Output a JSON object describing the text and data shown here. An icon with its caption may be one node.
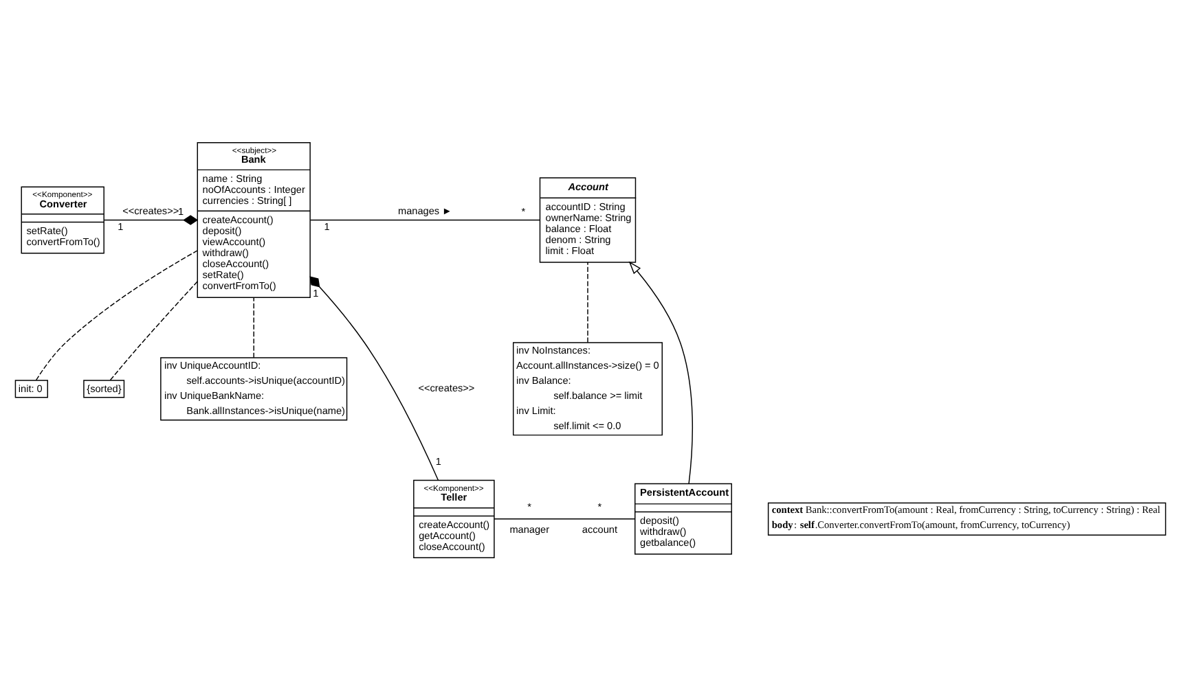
{
  "diagram": {
    "nodes": [
      {
        "text": [
          "<<Komponent>>",
          "Converter",
          "setRate()",
          "convertFromTo()"
        ]
      },
      {
        "text": [
          "<<subject>>",
          "Bank",
          "name : String",
          "noOfAccounts : Integer",
          "currencies : String[ ]",
          "createAccount()",
          "deposit()",
          "viewAccount()",
          "withdraw()",
          "closeAccount()",
          "setRate()",
          "convertFromTo()"
        ]
      },
      {
        "text": [
          "init: 0"
        ]
      },
      {
        "text": [
          "{sorted}"
        ]
      },
      {
        "text": [
          "Account",
          "accountID : String",
          "ownerName: String",
          "balance : Float",
          "denom : String",
          "limit : Float"
        ]
      },
      {
        "text": [
          "inv NoInstances:",
          "Account.allInstances->size() = 0",
          "inv Balance:",
          "self.balance >= limit",
          "inv Limit:",
          "self.limit <= 0.0"
        ]
      },
      {
        "text": [
          "inv UniqueAccountID:",
          "self.accounts->isUnique(accountID)",
          "inv UniqueBankName:",
          "Bank.allInstances->isUnique(name)"
        ]
      },
      {
        "text": [
          "<<Komponent>>",
          "Teller",
          "createAccount()",
          "getAccount()",
          "closeAccount()"
        ]
      },
      {
        "text": [
          "PersistentAccount",
          "deposit()",
          "withdraw()",
          "getbalance()"
        ]
      },
      {
        "text": [
          "**context** Bank::convertFromTo(amount : Real, fromCurrency : String, toCurrency : String) : Real",
          "**body**: **self**.Converter.convertFromTo(amount, fromCurrency, toCurrency)"
        ]
      }
    ],
    "edges": [
      {
        "from": 0,
        "to": 1,
        "arrow": "other",
        "label": "<<creates>>"
      },
      {
        "from": 1,
        "to": 4,
        "arrow": "none",
        "label": "manages ►"
      },
      {
        "from": 2,
        "to": 1,
        "arrow": "none",
        "style": "dashed"
      },
      {
        "from": 3,
        "to": 1,
        "arrow": "none",
        "style": "dashed"
      },
      {
        "from": 5,
        "to": 4,
        "arrow": "none",
        "style": "dashed"
      },
      {
        "from": 6,
        "to": 1,
        "arrow": "none",
        "style": "dashed"
      },
      {
        "from": 8,
        "to": 4,
        "arrow": "to"
      },
      {
        "from": 7,
        "to": 1,
        "arrow": "other",
        "label": "<<creates>>"
      },
      {
        "from": 7,
        "to": 8,
        "arrow": "none"
      }
    ],
    "labels": [
      "1",
      "1",
      "1",
      "*",
      "1",
      "1",
      "*",
      "manager",
      "*",
      "account"
    ]
  }
}
